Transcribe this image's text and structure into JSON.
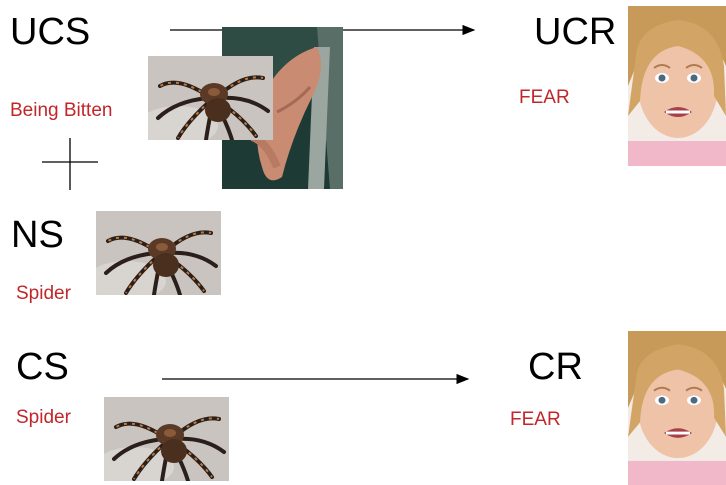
{
  "ucs": {
    "label": "UCS",
    "stimulus": "Being Bitten"
  },
  "ucr": {
    "label": "UCR",
    "response": "FEAR"
  },
  "ns": {
    "label": "NS",
    "stimulus": "Spider"
  },
  "cs": {
    "label": "CS",
    "stimulus": "Spider"
  },
  "cr": {
    "label": "CR",
    "response": "FEAR"
  },
  "plus_symbol": "+",
  "colors": {
    "label": "#000000",
    "stimulus_text": "#c0262a"
  },
  "images": [
    "tarantula-photo",
    "hand-photo",
    "frightened-child-photo"
  ]
}
